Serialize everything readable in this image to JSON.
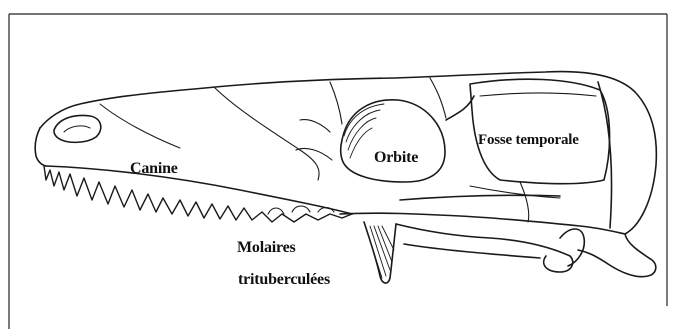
{
  "labels": {
    "canine": "Canine",
    "orbite": "Orbite",
    "fosse_temporale": "Fosse temporale",
    "molaires_line1": "Molaires",
    "molaires_line2": "trituberculées"
  }
}
